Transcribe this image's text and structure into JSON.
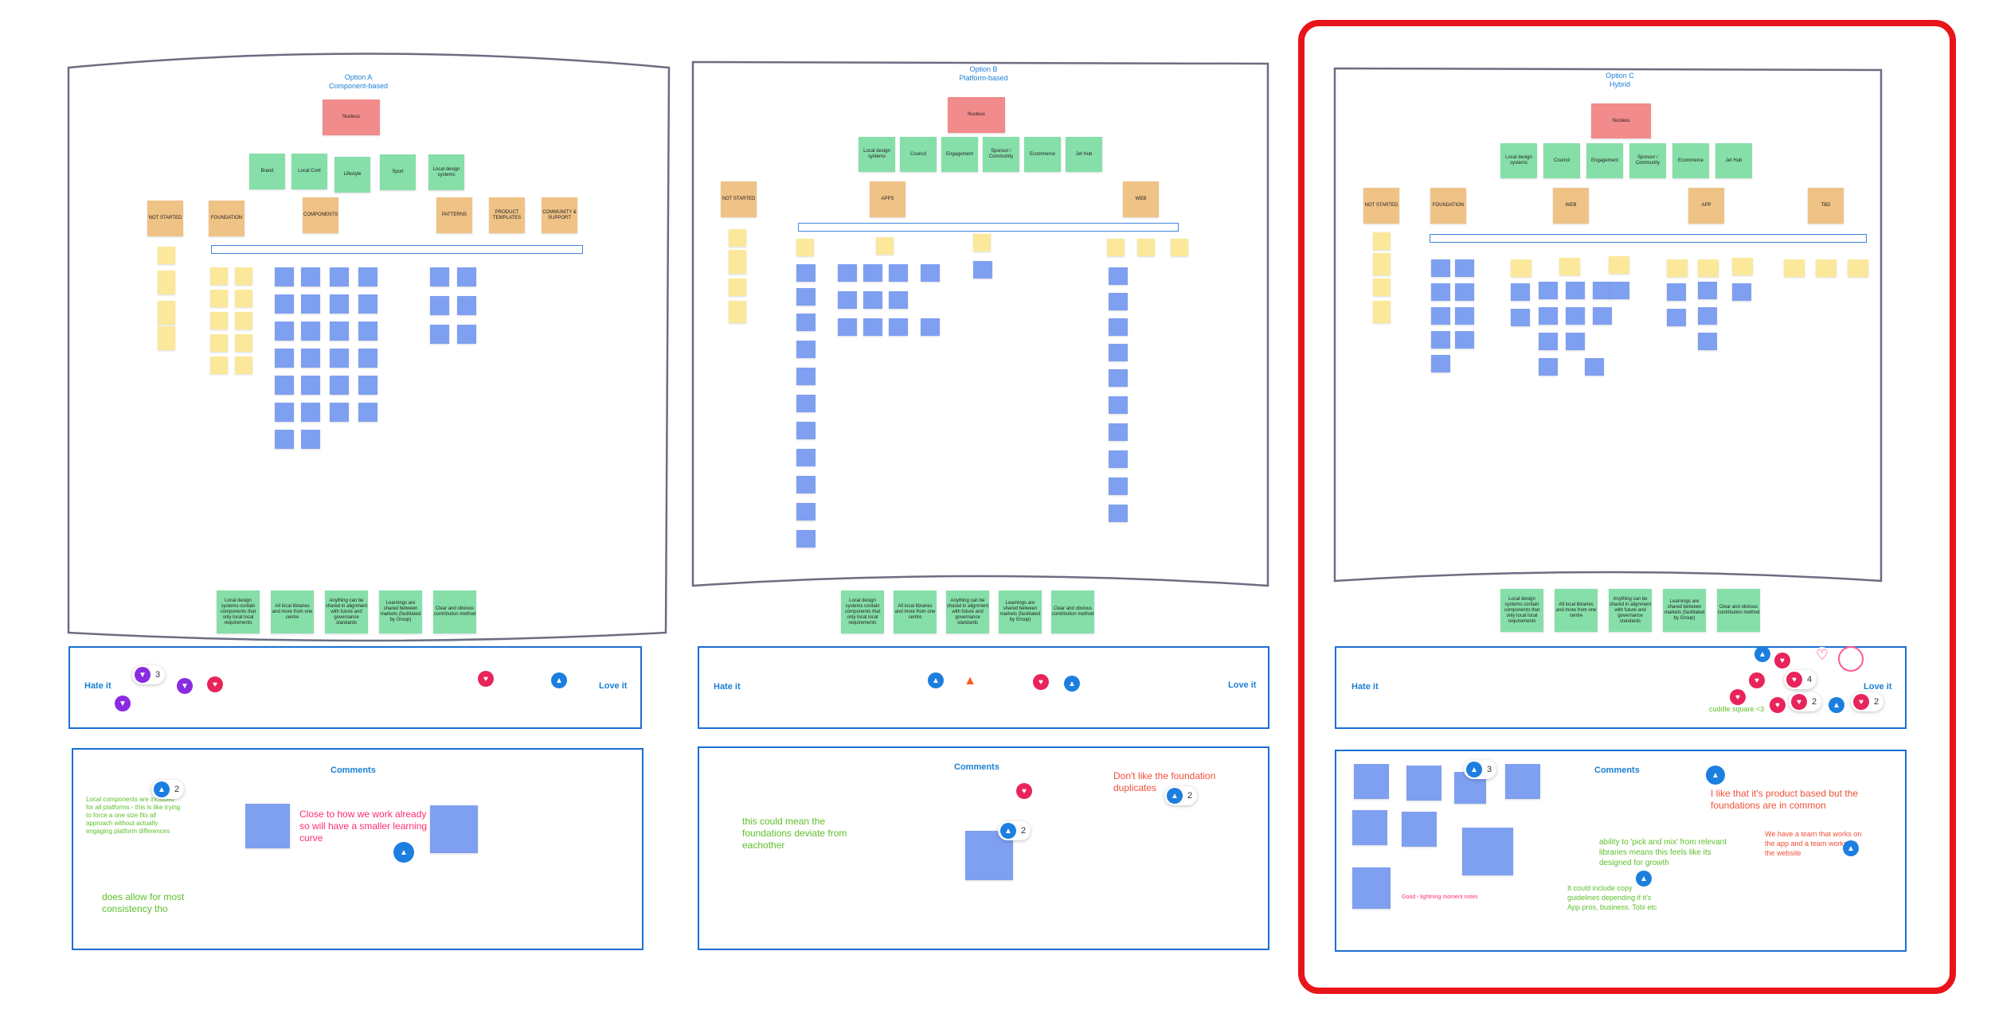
{
  "options": [
    {
      "title": "Option A",
      "subtitle": "Component-based",
      "root": "Nucleus"
    },
    {
      "title": "Option B",
      "subtitle": "Platform-based",
      "root": "Nucleus"
    },
    {
      "title": "Option C",
      "subtitle": "Hybrid",
      "root": "Nucleus"
    }
  ],
  "optionA": {
    "row1": [
      "Brand",
      "Local Cont",
      "Lifestyle",
      "Sport",
      "Local design systems"
    ],
    "row2": [
      "NOT STARTED",
      "FOUNDATION",
      "COMPONENTS",
      "PATTERNS",
      "PRODUCT TEMPLATES",
      "COMMUNITY & SUPPORT"
    ]
  },
  "optionB": {
    "row1": [
      "Local design systems",
      "Council",
      "Engagement",
      "Sponsor / Community",
      "Ecommerce",
      "Jet Hub"
    ],
    "row2": [
      "NOT STARTED",
      "APPS",
      "WEB"
    ]
  },
  "optionC": {
    "row1": [
      "Local design systems",
      "Council",
      "Engagement",
      "Sponsor / Community",
      "Ecommerce",
      "Jet Hub"
    ],
    "row2": [
      "NOT STARTED",
      "FOUNDATION",
      "WEB",
      "APP",
      "TBD"
    ]
  },
  "benefits": [
    "Local design systems contain components that only local local requirements",
    "All local libraries and more from one centre",
    "Anything can be shared in alignment with future and governance standards",
    "Learnings are shared between markets (facilitated by Group)",
    "Clear and obvious contribution method"
  ],
  "strip": {
    "hate": "Hate it",
    "love": "Love it"
  },
  "comments_title": "Comments",
  "notesA": {
    "n1": "Local components are included for all platforms - this is like trying to force a one size fits all approach without actually engaging platform differences",
    "n2": "Close to how we work already so will have a smaller learning curve",
    "n3": "does allow for most consistency tho",
    "count1": "3",
    "count2": "2"
  },
  "notesB": {
    "n1": "this could mean the foundations deviate from eachother",
    "n2": "Don't like the foundation duplicates",
    "count1": "2",
    "count2": "2"
  },
  "notesC": {
    "n1": "I like that it's product based but the foundations are in common",
    "n2": "ability to 'pick and mix' from relevant libraries means this feels like its designed for growth",
    "n3": "It could include copy guidelines depending if it's App pros, business. Tobi etc",
    "n4": "We have a team that works on the app and a team works on the website",
    "n5": "Good - lightning moment notes",
    "count1": "3",
    "count2": "4",
    "count3": "2",
    "count4": "2",
    "cluster": "cuddle square <3"
  },
  "colors": {
    "accent": "#1a7fd4",
    "highlight": "#e8141a"
  }
}
